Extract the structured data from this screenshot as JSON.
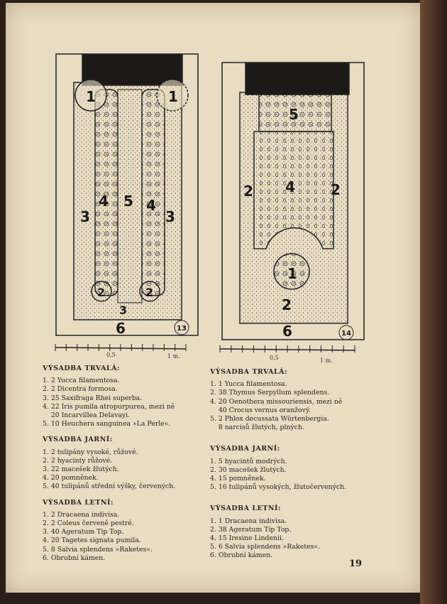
{
  "plans": [
    {
      "labels": [
        "1",
        "1",
        "4",
        "5",
        "4",
        "3",
        "3",
        "2",
        "2",
        "3",
        "6"
      ],
      "number": "13",
      "scale": {
        "mid": "0,5",
        "end": "1 m."
      }
    },
    {
      "labels": [
        "5",
        "4",
        "2",
        "2",
        "1",
        "2",
        "6"
      ],
      "number": "14",
      "scale": {
        "mid": "0,5",
        "end": "1 m."
      }
    }
  ],
  "left": {
    "sections": [
      {
        "title": "VÝSADBA TRVALÁ:",
        "items": [
          "1. 2 Yucca filamentosa.",
          "2. 2 Dicentra formosa.",
          "3. 25 Saxifraga Rhei superba.",
          "4. 22 Iris pumila atropurpurea, mezi ně",
          "    20 Incarvillea Delavayi.",
          "5. 10 Heuchera sanguinea »La Perle«."
        ]
      },
      {
        "title": "VÝSADBA JARNÍ:",
        "items": [
          "1. 2 tulipány vysoké, růžové.",
          "2. 2 hyacinty růžové.",
          "3. 22 macešek žlutých.",
          "4. 20 pomněnek.",
          "5. 40 tulipánů střední výšky, červených."
        ]
      },
      {
        "title": "VÝSADBA LETNÍ:",
        "items": [
          "1. 2 Dracaena indivisa.",
          "2. 2 Coleus červeně pestré.",
          "3. 40 Ageratum Tip Top.",
          "4. 20 Tagetes signata pumila.",
          "5. 8 Salvia splendens »Raketes«.",
          "6. Obrubní kámen."
        ]
      }
    ]
  },
  "right": {
    "sections": [
      {
        "title": "VÝSADBA TRVALÁ:",
        "items": [
          "1. 1 Yucca filamentosa.",
          "2. 38 Thymus Serpyllum splendens.",
          "4. 20 Oenothera missouriensis, mezi ně",
          "    40 Crocus vernus oranžový.",
          "5. 2 Phlox decussata Würtenbergia.",
          "    8 narcisů žlutých, plných."
        ]
      },
      {
        "title": "VÝSADBA JARNÍ:",
        "items": [
          "1. 5 hyacintů modrých.",
          "2. 30 macešek žlutých.",
          "4. 15 pomněnek.",
          "5. 16 tulipánů vysokých, žlutočervených."
        ]
      },
      {
        "title": "VÝSADBA LETNÍ:",
        "items": [
          "1. 1 Dracaena indivisa.",
          "2. 38 Ageratum Tip Top.",
          "4. 15 Iresine Lindenii.",
          "5. 6 Salvia splendens »Raketes«.",
          "6. Obrubní kámen."
        ]
      }
    ]
  },
  "page_number": "19"
}
